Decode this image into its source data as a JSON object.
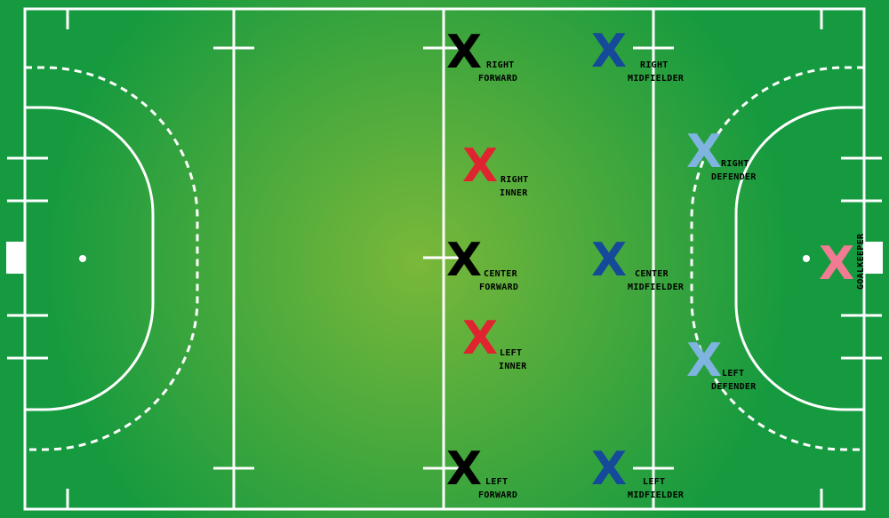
{
  "colors": {
    "pitch_center": "#7ab83a",
    "pitch_edge": "#169a3f",
    "lines": "#ffffff",
    "forward": "#000000",
    "inner": "#e0242f",
    "midfielder": "#154a9a",
    "defender": "#7fb3e0",
    "goalkeeper": "#f07b93"
  },
  "players": [
    {
      "id": "right-forward",
      "role": "forward",
      "mark": "X",
      "line1": "RIGHT",
      "line2": "FORWARD"
    },
    {
      "id": "center-forward",
      "role": "forward",
      "mark": "X",
      "line1": "CENTER",
      "line2": "FORWARD"
    },
    {
      "id": "left-forward",
      "role": "forward",
      "mark": "X",
      "line1": "LEFT",
      "line2": "FORWARD"
    },
    {
      "id": "right-inner",
      "role": "inner",
      "mark": "X",
      "line1": "RIGHT",
      "line2": "INNER"
    },
    {
      "id": "left-inner",
      "role": "inner",
      "mark": "X",
      "line1": "LEFT",
      "line2": "INNER"
    },
    {
      "id": "right-midfielder",
      "role": "midfielder",
      "mark": "X",
      "line1": "RIGHT",
      "line2": "MIDFIELDER"
    },
    {
      "id": "center-midfielder",
      "role": "midfielder",
      "mark": "X",
      "line1": "CENTER",
      "line2": "MIDFIELDER"
    },
    {
      "id": "left-midfielder",
      "role": "midfielder",
      "mark": "X",
      "line1": "LEFT",
      "line2": "MIDFIELDER"
    },
    {
      "id": "right-defender",
      "role": "defender",
      "mark": "X",
      "line1": "RIGHT",
      "line2": "DEFENDER"
    },
    {
      "id": "left-defender",
      "role": "defender",
      "mark": "X",
      "line1": "LEFT",
      "line2": "DEFENDER"
    },
    {
      "id": "goalkeeper",
      "role": "goalkeeper",
      "mark": "X",
      "line1": "GOALKEEPER",
      "line2": ""
    }
  ]
}
